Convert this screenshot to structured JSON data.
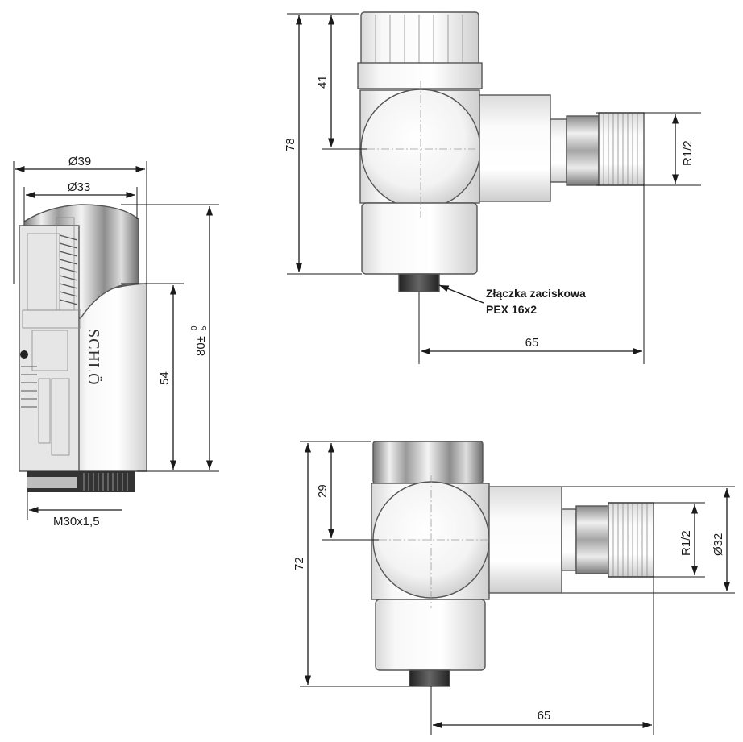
{
  "left_view": {
    "dim_outer_diameter": "Ø39",
    "dim_inner_diameter": "Ø33",
    "dim_total_height": "80±",
    "dim_total_height_tol_upper": "0",
    "dim_total_height_tol_lower": "5",
    "dim_body_height": "54",
    "dim_thread": "M30x1,5",
    "brand_text": "SCHLÖ"
  },
  "top_right_view": {
    "dim_height_total": "78",
    "dim_height_cap": "41",
    "dim_thread": "R1/2",
    "dim_length": "65",
    "callout_line1": "Złączka zaciskowa",
    "callout_line2": "PEX 16x2"
  },
  "bottom_right_view": {
    "dim_height_total": "72",
    "dim_height_cap": "29",
    "dim_thread": "R1/2",
    "dim_diameter": "Ø32",
    "dim_length": "65"
  }
}
